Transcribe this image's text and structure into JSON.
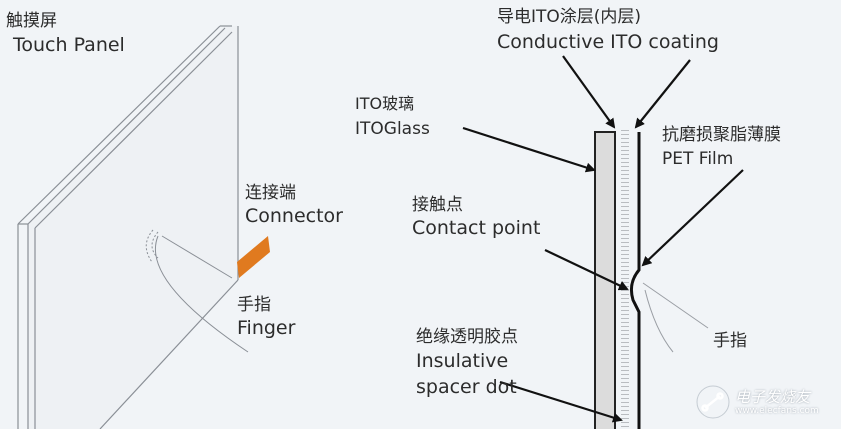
{
  "labels": {
    "touch_panel_zh": "触摸屏",
    "touch_panel_en": "Touch Panel",
    "connector_zh": "连接端",
    "connector_en": "Connector",
    "finger_zh": "手指",
    "finger_en": "Finger",
    "ito_glass_zh": "ITO玻璃",
    "ito_glass_en": "ITOGlass",
    "ito_coating_zh": "导电ITO涂层(内层)",
    "ito_coating_en": "Conductive ITO coating",
    "pet_film_zh": "抗磨损聚脂薄膜",
    "pet_film_en": "PET Film",
    "contact_point_zh": "接触点",
    "contact_point_en": "Contact point",
    "finger2_zh": "手指",
    "spacer_zh": "绝缘透明胶点",
    "spacer_en_1": "Insulative",
    "spacer_en_2": "spacer dot"
  },
  "watermark": {
    "name": "电子发烧友",
    "url": "www.elecfans.com"
  },
  "colors": {
    "background": "#f1f4f7",
    "connector": "#e07a1f",
    "line": "#222222"
  }
}
